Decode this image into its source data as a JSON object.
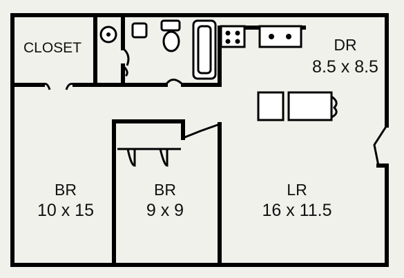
{
  "rooms": {
    "closet": {
      "name": "CLOSET"
    },
    "dining": {
      "name": "DR",
      "dims": "8.5 x 8.5"
    },
    "bedroom1": {
      "name": "BR",
      "dims": "10 x 15"
    },
    "bedroom2": {
      "name": "BR",
      "dims": "9 x 9"
    },
    "living": {
      "name": "LR",
      "dims": "16 x 11.5"
    }
  },
  "colors": {
    "paper": "#f1f1ec",
    "ink": "#000000"
  }
}
